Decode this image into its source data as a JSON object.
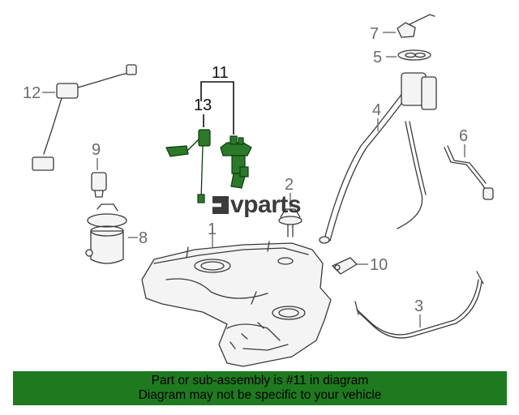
{
  "callouts": {
    "c1": "1",
    "c2": "2",
    "c3": "3",
    "c4": "4",
    "c5": "5",
    "c6": "6",
    "c7": "7",
    "c8": "8",
    "c9": "9",
    "c10": "10",
    "c11": "11",
    "c12": "12",
    "c13": "13"
  },
  "watermark": "vparts",
  "banner": {
    "line1": "Part or sub-assembly is #11 in diagram",
    "line2": "Diagram may not be specific to your vehicle"
  },
  "colors": {
    "highlight": "#2a7a2a",
    "banner": "#1f7a1f"
  }
}
